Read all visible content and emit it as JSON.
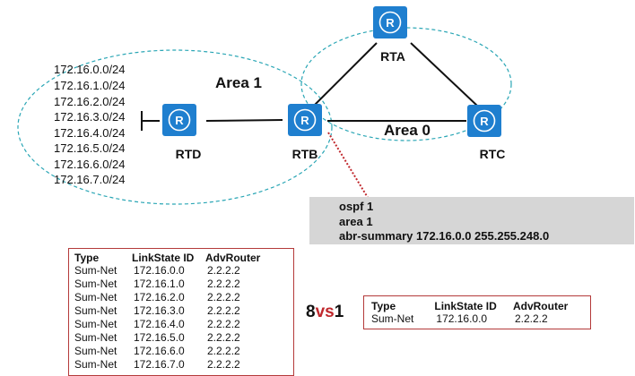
{
  "colors": {
    "router_fill": "#1f7fcf",
    "area_outline": "#2aa6b5",
    "link": "#111111",
    "config_bg": "#d6d6d6",
    "table_border": "#b43a3a",
    "dotted_connector": "#c0282d",
    "vs_accent": "#c0282d"
  },
  "routers": [
    {
      "id": "RTA",
      "label": "RTA",
      "icon": "router-icon"
    },
    {
      "id": "RTB",
      "label": "RTB",
      "icon": "router-icon"
    },
    {
      "id": "RTC",
      "label": "RTC",
      "icon": "router-icon"
    },
    {
      "id": "RTD",
      "label": "RTD",
      "icon": "router-icon"
    }
  ],
  "areas": [
    {
      "id": "area1",
      "label": "Area 1"
    },
    {
      "id": "area0",
      "label": "Area 0"
    }
  ],
  "networks": [
    "172.16.0.0/24",
    "172.16.1.0/24",
    "172.16.2.0/24",
    "172.16.3.0/24",
    "172.16.4.0/24",
    "172.16.5.0/24",
    "172.16.6.0/24",
    "172.16.7.0/24"
  ],
  "config": [
    "ospf 1",
    "area 1",
    "abr-summary 172.16.0.0 255.255.248.0"
  ],
  "lsdb_before": {
    "headers": [
      "Type",
      "LinkState ID",
      "AdvRouter"
    ],
    "rows": [
      [
        "Sum-Net",
        "172.16.0.0",
        "2.2.2.2"
      ],
      [
        "Sum-Net",
        "172.16.1.0",
        "2.2.2.2"
      ],
      [
        "Sum-Net",
        "172.16.2.0",
        "2.2.2.2"
      ],
      [
        "Sum-Net",
        "172.16.3.0",
        "2.2.2.2"
      ],
      [
        "Sum-Net",
        "172.16.4.0",
        "2.2.2.2"
      ],
      [
        "Sum-Net",
        "172.16.5.0",
        "2.2.2.2"
      ],
      [
        "Sum-Net",
        "172.16.6.0",
        "2.2.2.2"
      ],
      [
        "Sum-Net",
        "172.16.7.0",
        "2.2.2.2"
      ]
    ]
  },
  "lsdb_after": {
    "headers": [
      "Type",
      "LinkState ID",
      "AdvRouter"
    ],
    "rows": [
      [
        "Sum-Net",
        "172.16.0.0",
        "2.2.2.2"
      ]
    ]
  },
  "comparison": {
    "left": "8",
    "mid": "vs",
    "right": "1"
  }
}
